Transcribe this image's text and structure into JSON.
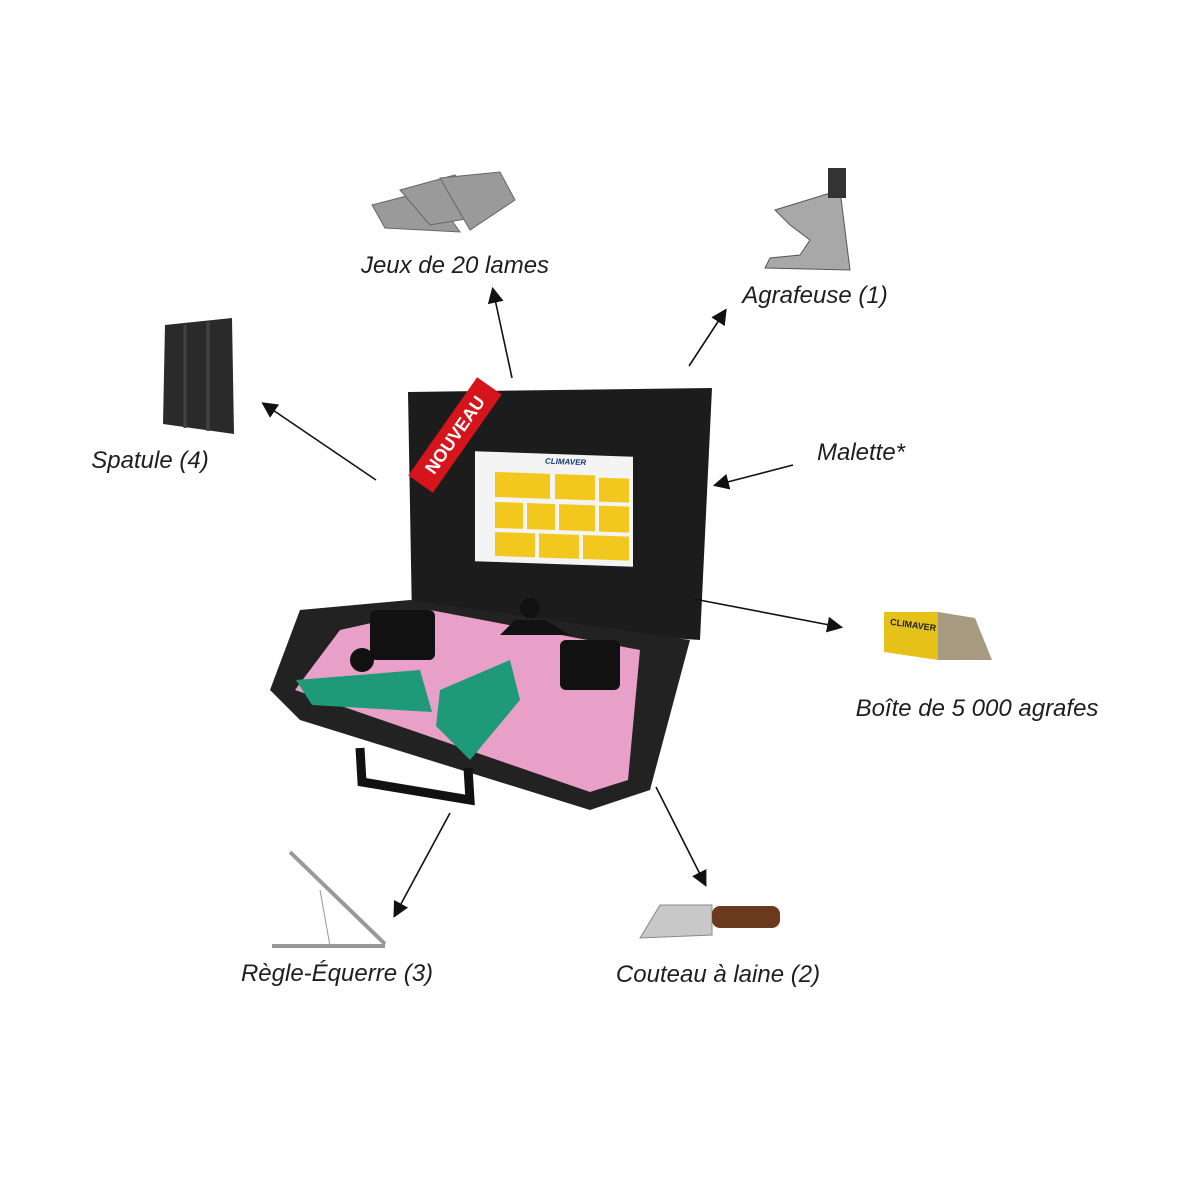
{
  "labels": {
    "blades": "Jeux de 20 lames",
    "stapler": "Agrafeuse (1)",
    "spatula": "Spatule (4)",
    "case": "Malette*",
    "staples_box": "Boîte de 5 000 agrafes",
    "square_ruler": "Règle-Équerre (3)",
    "knife": "Couteau à laine (2)"
  },
  "badge": "NOUVEAU",
  "poster_title": "CLIMAVER",
  "box_brand": "CLIMAVER",
  "colors": {
    "badge": "#d6141c",
    "foam": "#e8a0c8",
    "tool_green": "#1f9a78",
    "poster_yellow": "#f2c81e",
    "case": "#1c1c1c"
  }
}
